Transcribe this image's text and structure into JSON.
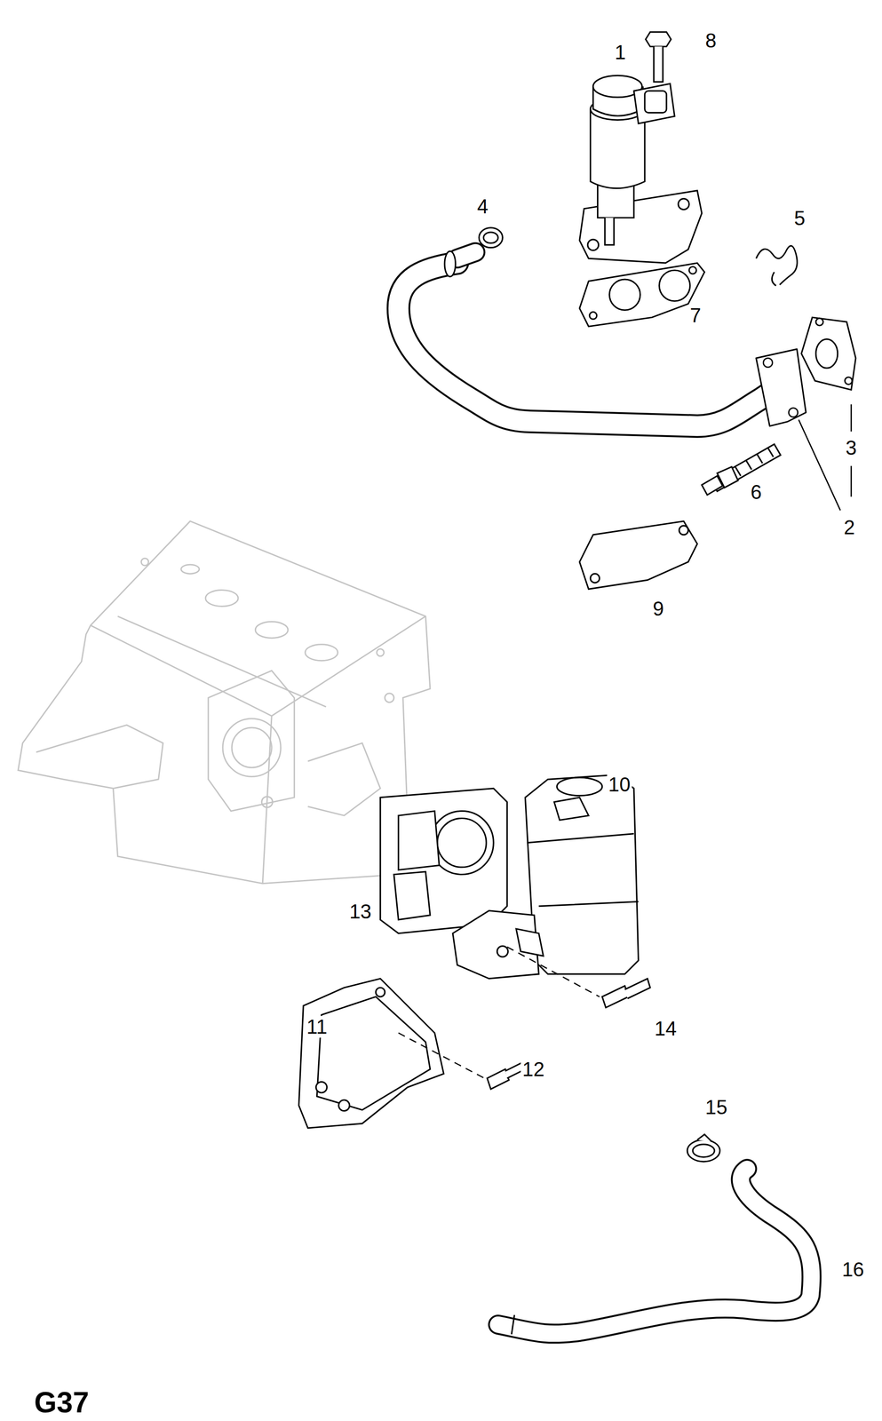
{
  "diagram": {
    "labels": [
      "8",
      "1",
      "4",
      "5",
      "7",
      "3",
      "6",
      "2",
      "9",
      "10",
      "13",
      "11",
      "14",
      "12",
      "15",
      "16",
      "G37"
    ]
  }
}
